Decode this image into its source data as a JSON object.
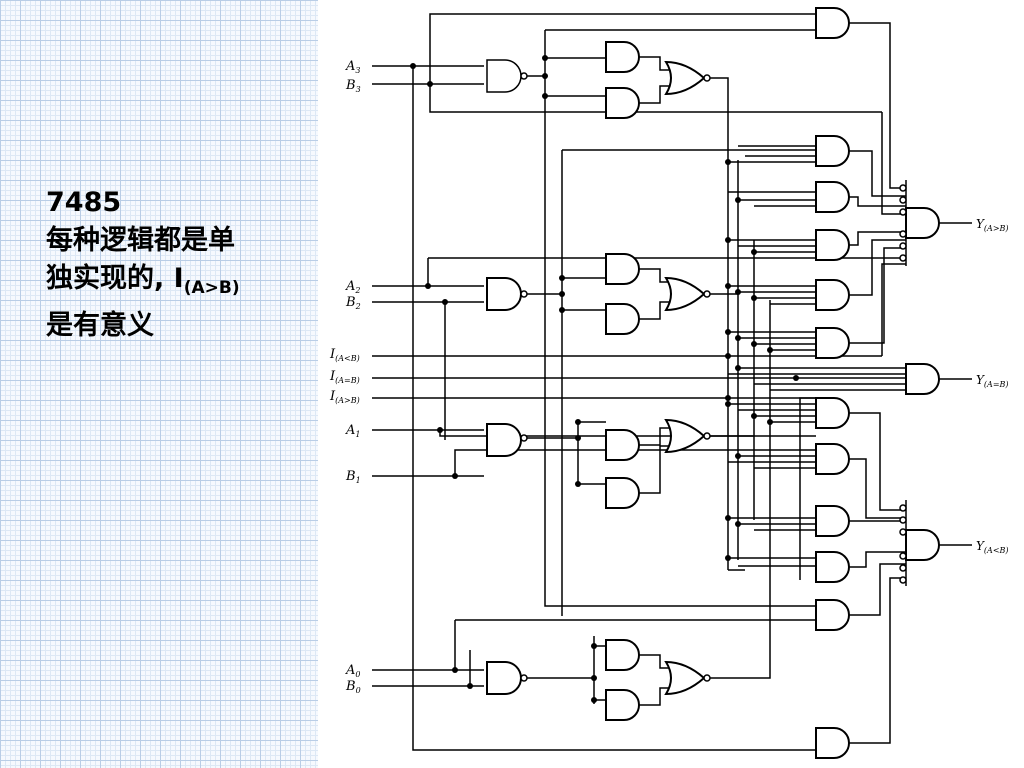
{
  "caption": {
    "title": "7485",
    "line1": "每种逻辑都是单",
    "line2_prefix": "独实现的, I",
    "line2_subscript": "(A>B)",
    "line3": "是有意义"
  },
  "inputs": [
    {
      "name": "A",
      "sub": "3"
    },
    {
      "name": "B",
      "sub": "3"
    },
    {
      "name": "A",
      "sub": "2"
    },
    {
      "name": "B",
      "sub": "2"
    },
    {
      "name": "I",
      "sub": "(A<B)"
    },
    {
      "name": "I",
      "sub": "(A=B)"
    },
    {
      "name": "I",
      "sub": "(A>B)"
    },
    {
      "name": "A",
      "sub": "1"
    },
    {
      "name": "B",
      "sub": "1"
    },
    {
      "name": "A",
      "sub": "0"
    },
    {
      "name": "B",
      "sub": "0"
    }
  ],
  "outputs": [
    {
      "name": "Y",
      "sub": "(A>B)"
    },
    {
      "name": "Y",
      "sub": "(A=B)"
    },
    {
      "name": "Y",
      "sub": "(A<B)"
    }
  ]
}
